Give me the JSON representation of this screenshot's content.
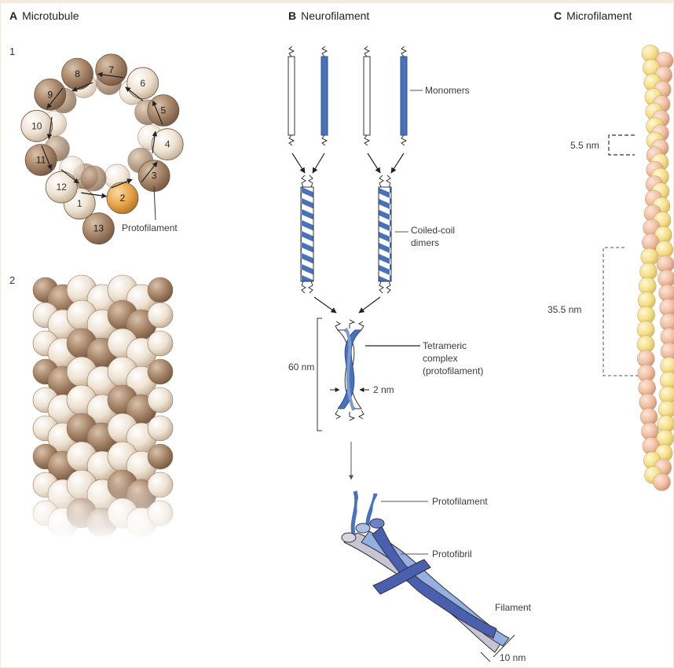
{
  "panels": {
    "a": {
      "letter": "A",
      "title": "Microtubule",
      "sub1": "1",
      "sub2": "2",
      "subunit_numbers": [
        "1",
        "2",
        "3",
        "4",
        "5",
        "6",
        "7",
        "8",
        "9",
        "10",
        "11",
        "12",
        "13"
      ],
      "protofilament_label": "Protofilament"
    },
    "b": {
      "letter": "B",
      "title": "Neurofilament",
      "monomers_label": "Monomers",
      "coiled_coil_line1": "Coiled-coil",
      "coiled_coil_line2": "dimers",
      "tetrameric_line1": "Tetrameric",
      "tetrameric_line2": "complex",
      "tetrameric_line3": "(protofilament)",
      "length_label": "60 nm",
      "width_label": "2 nm",
      "protofilament_label": "Protofilament",
      "protofibril_label": "Protofibril",
      "filament_label": "Filament",
      "diameter_label": "10 nm"
    },
    "c": {
      "letter": "C",
      "title": "Microfilament",
      "small_scale_label": "5.5 nm",
      "large_scale_label": "35.5 nm"
    }
  },
  "colors": {
    "tubulin_dark": "#a8866a",
    "tubulin_light": "#efe3d3",
    "highlight_dimer": "#e8a548",
    "neurofilament_blue": "#4a72b8",
    "actin_yellow": "#f5e08c",
    "actin_peach": "#f0bfa3",
    "background": "#ffffff"
  }
}
